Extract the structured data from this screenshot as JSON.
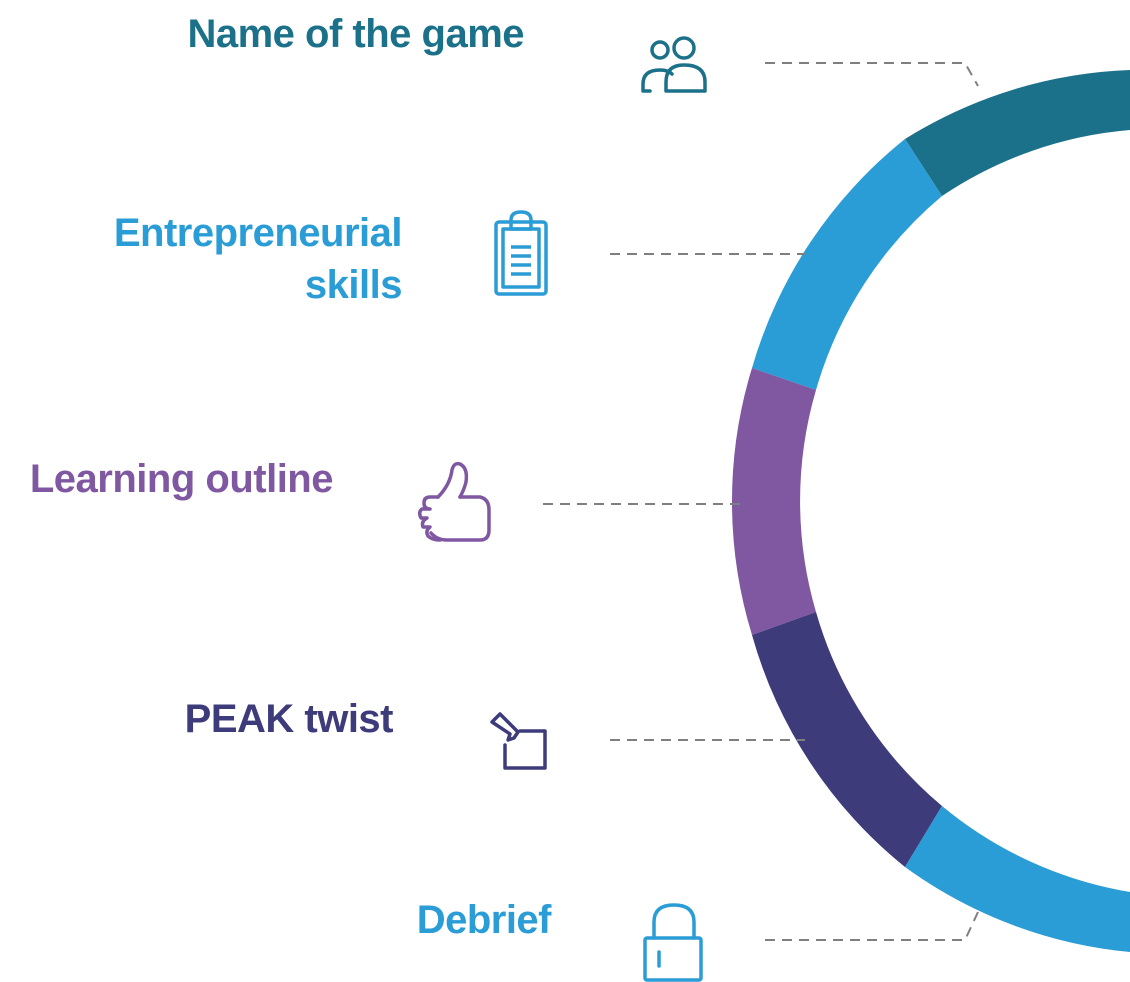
{
  "items": [
    {
      "label_lines": [
        "Name of the game"
      ],
      "icon": "users-icon",
      "color": "#1b7189"
    },
    {
      "label_lines": [
        "Entrepreneurial",
        "skills"
      ],
      "icon": "clipboard-icon",
      "color": "#2a9cd6"
    },
    {
      "label_lines": [
        "Learning outline"
      ],
      "icon": "thumbs-up-icon",
      "color": "#7f58a1"
    },
    {
      "label_lines": [
        "PEAK twist"
      ],
      "icon": "edit-icon",
      "color": "#3d3b7a"
    },
    {
      "label_lines": [
        "Debrief"
      ],
      "icon": "lock-icon",
      "color": "#2a9cd6"
    }
  ],
  "connector_color": "#7f7f7f"
}
